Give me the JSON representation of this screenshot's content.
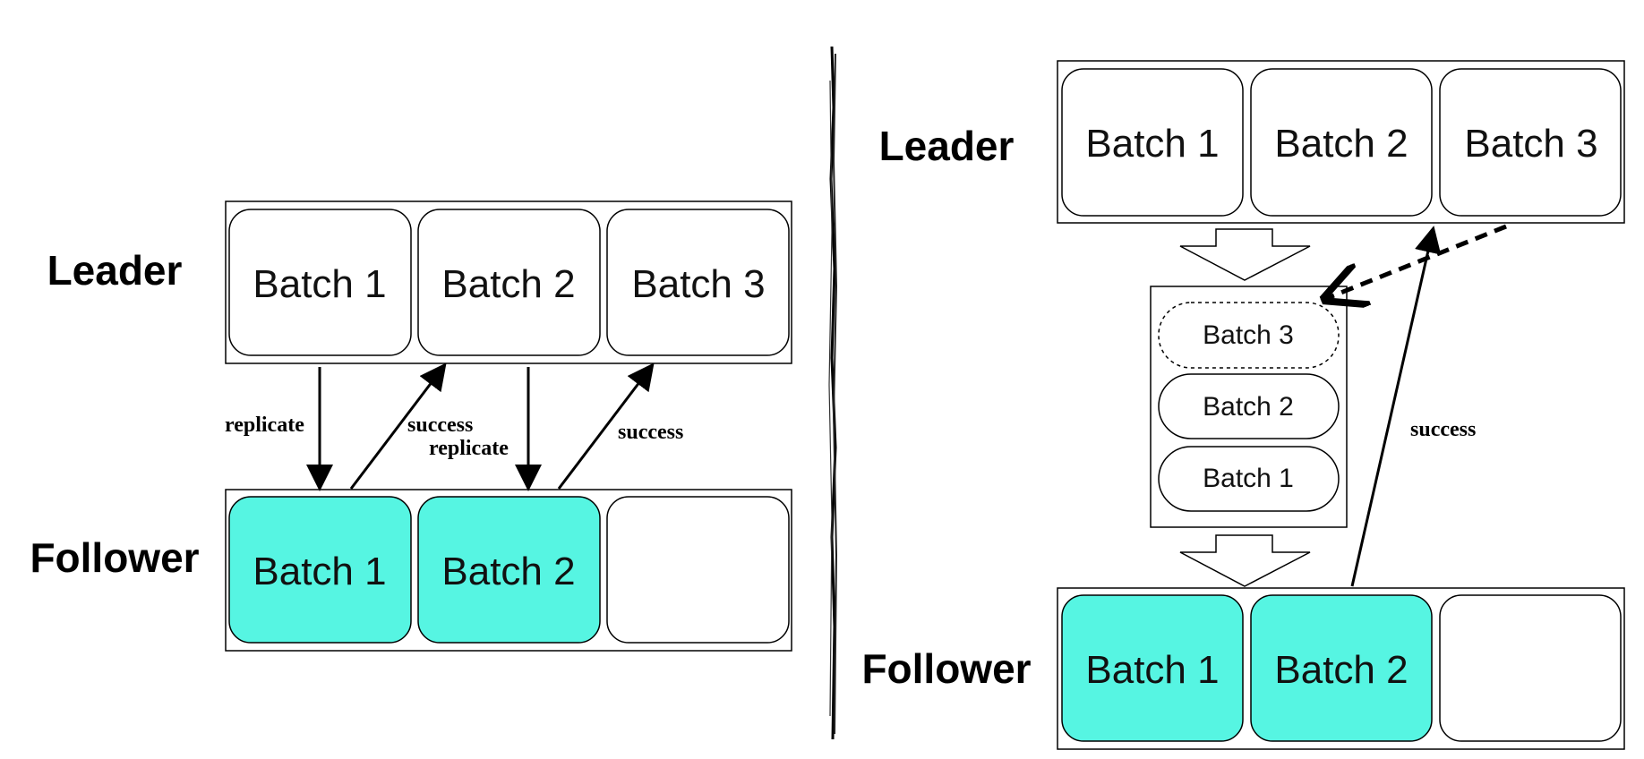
{
  "left": {
    "leader_label": "Leader",
    "follower_label": "Follower",
    "leader_batches": [
      "Batch 1",
      "Batch 2",
      "Batch 3"
    ],
    "follower_batches": [
      "Batch 1",
      "Batch 2",
      ""
    ],
    "arrow_labels": {
      "replicate_1": "replicate",
      "success_1": "success",
      "replicate_2": "replicate",
      "success_2": "success"
    }
  },
  "right": {
    "leader_label": "Leader",
    "follower_label": "Follower",
    "leader_batches": [
      "Batch 1",
      "Batch 2",
      "Batch 3"
    ],
    "queue_batches": [
      "Batch 3",
      "Batch 2",
      "Batch 1"
    ],
    "follower_batches": [
      "Batch 1",
      "Batch 2",
      ""
    ],
    "success_label": "success"
  },
  "colors": {
    "replicated_fill": "#56F5E2",
    "stroke": "#000000",
    "background": "#FFFFFF"
  }
}
